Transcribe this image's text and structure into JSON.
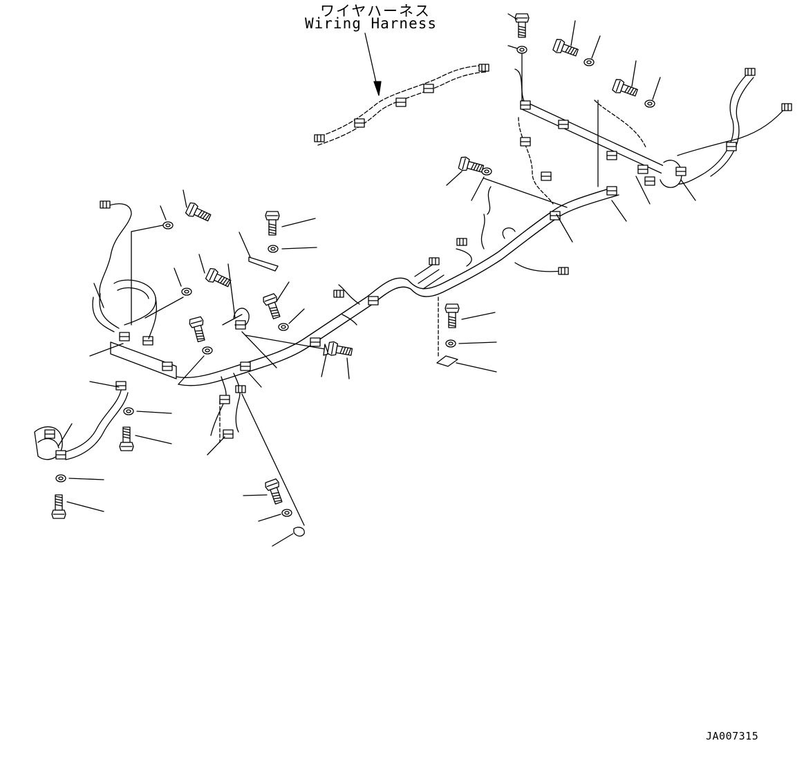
{
  "title": {
    "japanese": "ワイヤハーネス",
    "english": "Wiring Harness"
  },
  "drawing_number": "JA007315",
  "icons": {
    "bolt": "hex-bolt-icon",
    "washer": "washer-icon",
    "clamp": "clamp-icon",
    "connector": "connector-icon"
  },
  "colors": {
    "line": "#000000",
    "background": "#ffffff"
  }
}
